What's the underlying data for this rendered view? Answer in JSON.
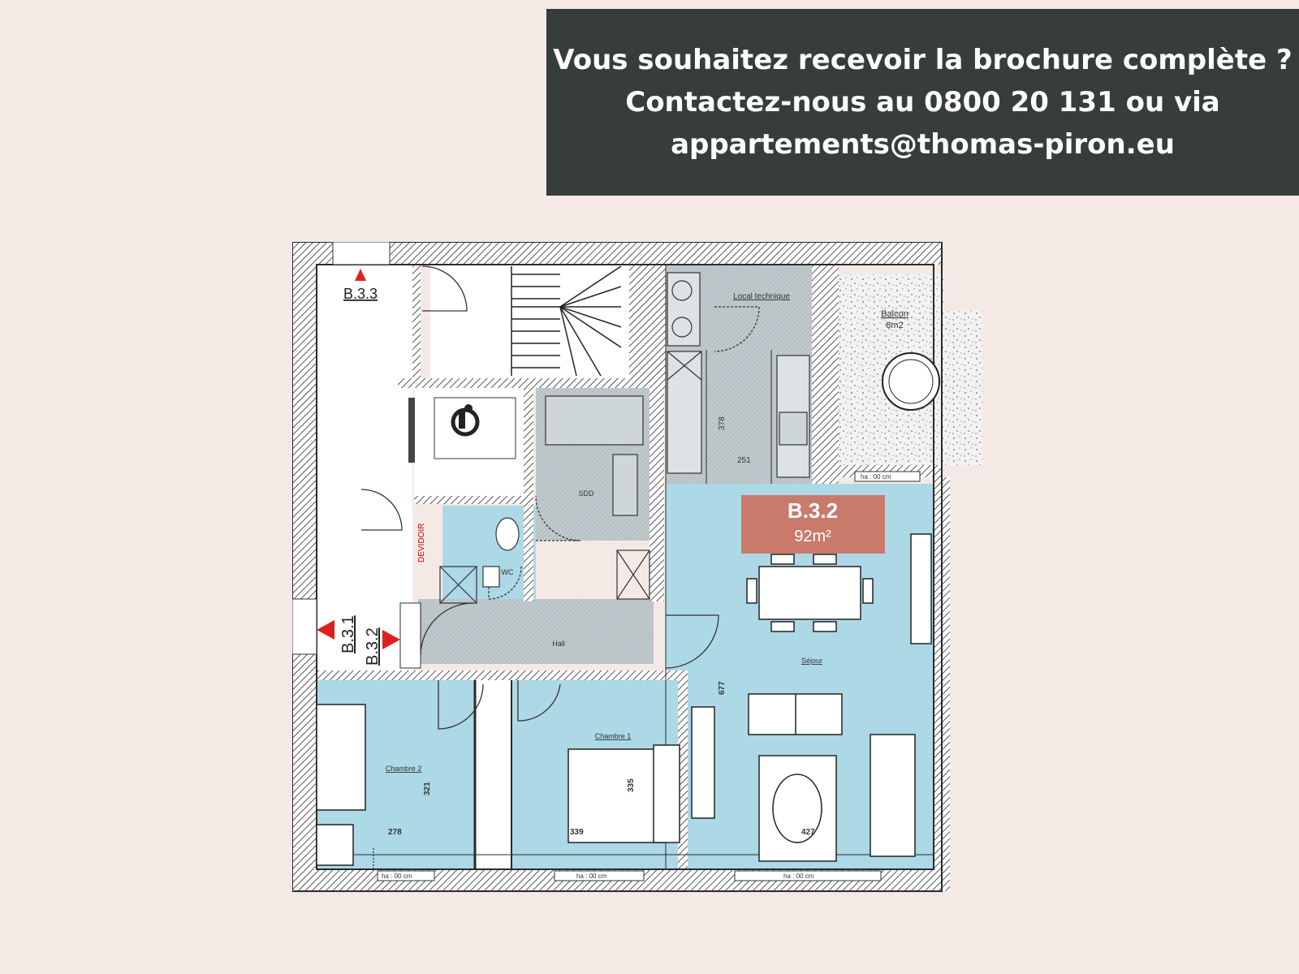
{
  "banner": {
    "line1": "Vous souhaitez recevoir la brochure complète ?",
    "line2": "Contactez-nous au 0800 20 131 ou via",
    "line3": "appartements@thomas-piron.eu"
  },
  "plan": {
    "unit": {
      "code": "B.3.2",
      "area": "92m²"
    },
    "markers": {
      "top": "B.3.3",
      "left": "B.3.1",
      "right": "B.3.2"
    },
    "rooms": {
      "local_technique": "Local technique",
      "balcon": "Balcon",
      "balcon_area": "8m2",
      "sdb": "SDD",
      "wc": "WC",
      "devidoir": "DEVIDOIR",
      "hall": "Hall",
      "sejour": "Séjour",
      "chambre1": "Chambre 1",
      "chambre2": "Chambre 2"
    },
    "dimensions": {
      "d278": "278",
      "d321": "321",
      "d339": "339",
      "d335": "335",
      "d427": "427",
      "d677": "677",
      "d378": "378",
      "d251": "251"
    },
    "window_note": "ha : 00 cm"
  },
  "colors": {
    "background": "#f5e9e6",
    "banner": "#363d3a",
    "room_blue": "#add8e6",
    "wall": "#2a2a2a",
    "unit_label": "#c97a6a",
    "marker_red": "#e0201c"
  }
}
